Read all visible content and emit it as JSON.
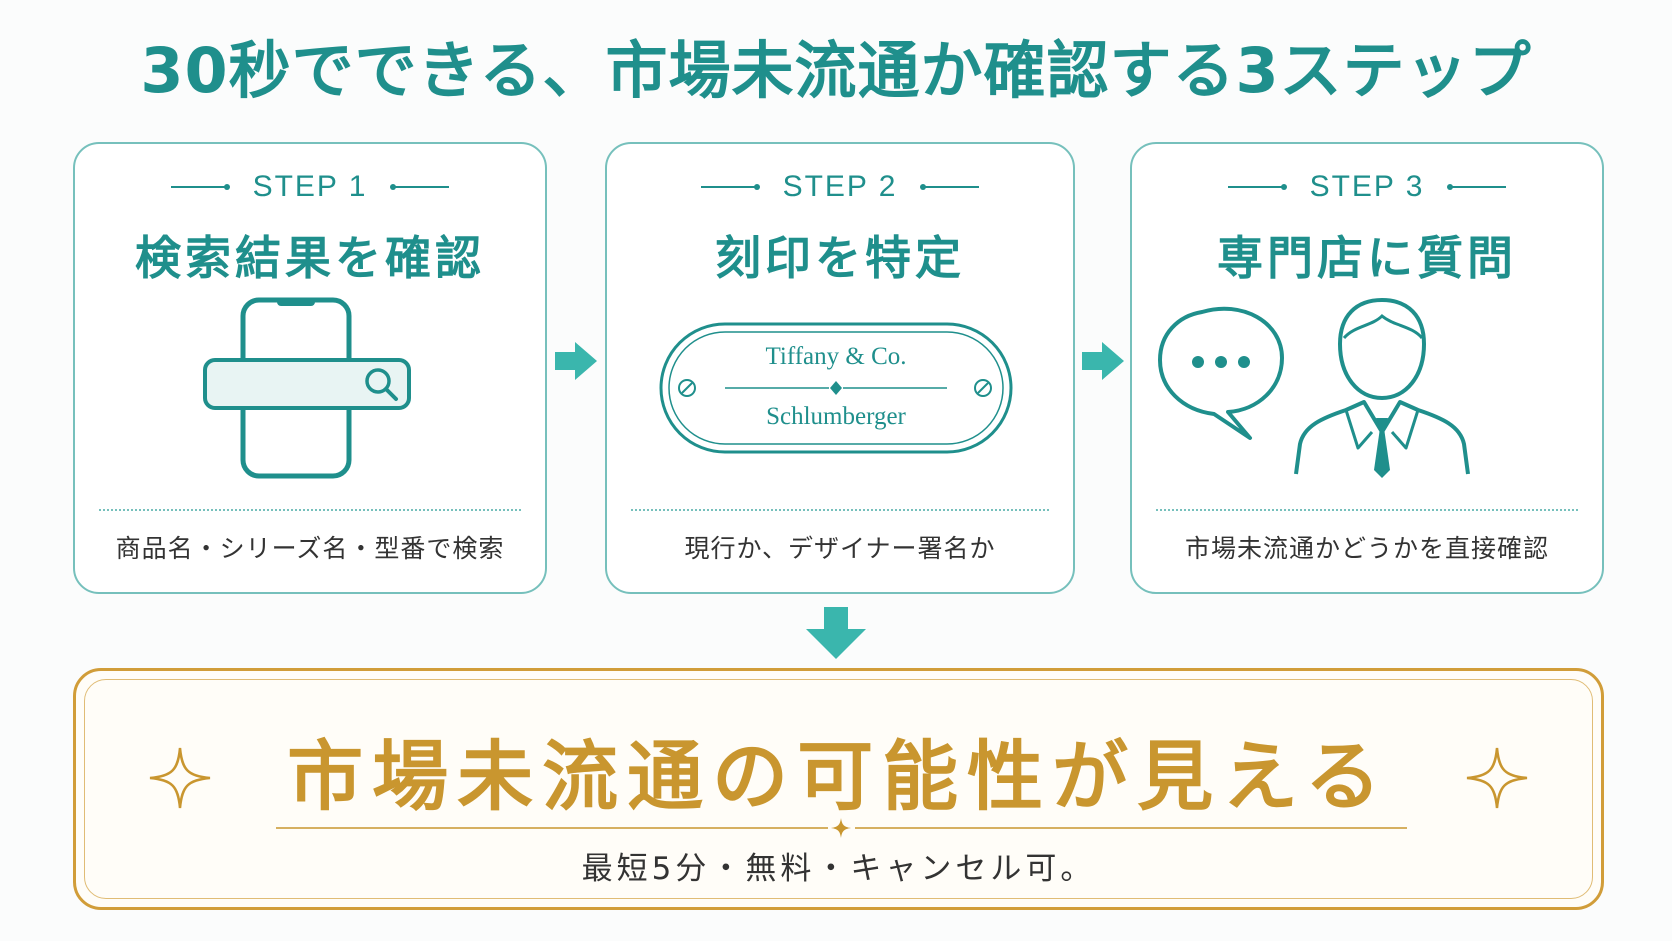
{
  "title": "30秒でできる、市場未流通か確認する3ステップ",
  "steps": [
    {
      "label": "STEP 1",
      "title": "検索結果を確認",
      "caption": "商品名・シリーズ名・型番で検索",
      "icon": "phone-search-icon"
    },
    {
      "label": "STEP 2",
      "title": "刻印を特定",
      "caption": "現行か、デザイナー署名か",
      "icon": "engraving-plate-icon",
      "plate_line1": "Tiffany & Co.",
      "plate_line2": "Schlumberger"
    },
    {
      "label": "STEP 3",
      "title": "専門店に質問",
      "caption": "市場未流通かどうかを直接確認",
      "icon": "consultant-chat-icon"
    }
  ],
  "result": {
    "title": "市場未流通の可能性が見える",
    "subtitle": "最短5分・無料・キャンセル可。"
  },
  "colors": {
    "teal": "#1f8f8c",
    "teal_light": "#76c0bc",
    "arrow": "#3ab6ad",
    "gold": "#c9962f"
  }
}
